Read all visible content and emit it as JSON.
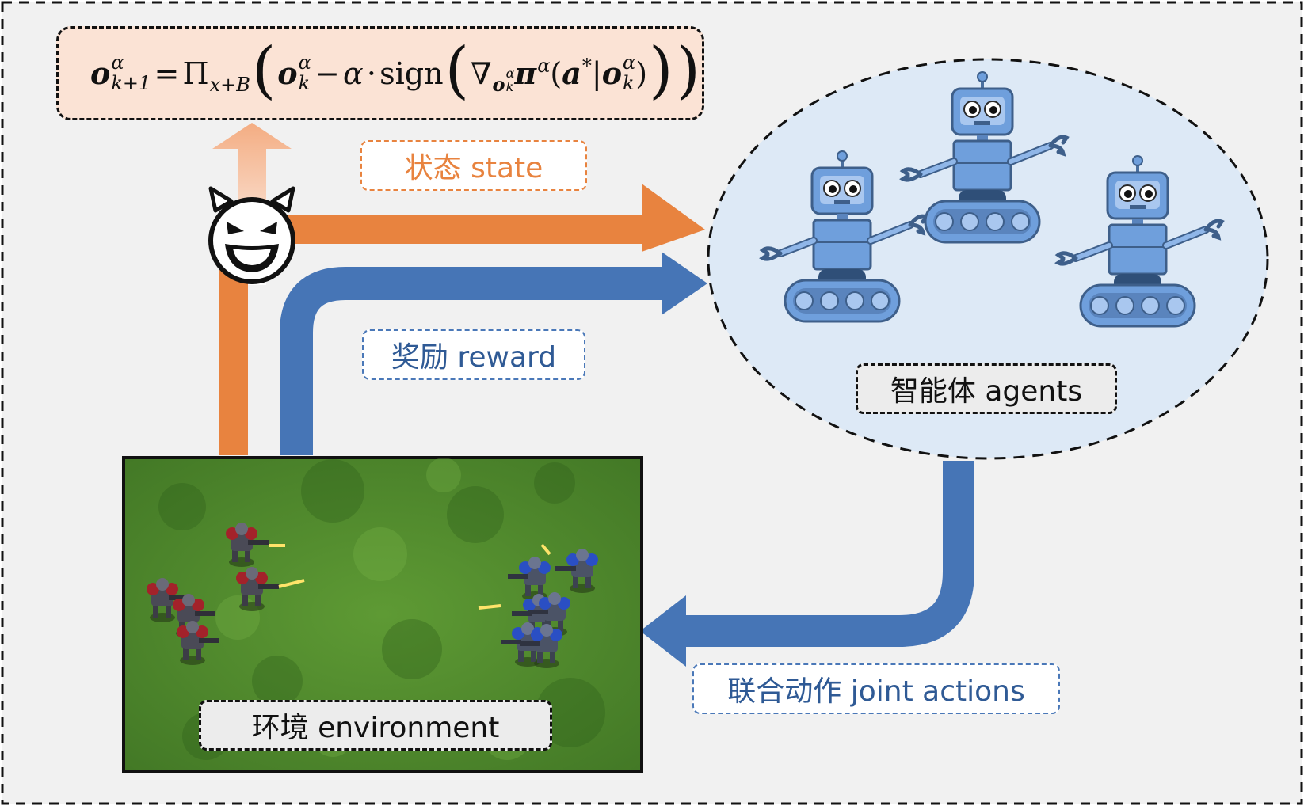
{
  "formula": {
    "lhs": "o",
    "lhs_sup": "α",
    "lhs_sub": "k+1",
    "eq": "=",
    "proj": "Π",
    "proj_sub": "x+B",
    "term": "o",
    "term_sup": "α",
    "term_sub": "k",
    "minus": "−",
    "alpha": "α",
    "dot": "·",
    "sign": "sign",
    "nabla": "∇",
    "grad_sub": "o",
    "grad_sub_sup": "α",
    "grad_sub_sub": "k",
    "pi": "π",
    "pi_sup": "α",
    "a": "a",
    "a_sup": "*",
    "bar": "|",
    "cond": "o",
    "cond_sup": "α",
    "cond_sub": "k"
  },
  "labels": {
    "state": "状态 state",
    "reward": "奖励 reward",
    "actions": "联合动作 joint actions",
    "agents": "智能体 agents",
    "environment": "环境 environment"
  },
  "colors": {
    "orange": "#e8833f",
    "blue": "#4675b6",
    "formula_bg": "#fbe3d5",
    "agents_bg": "#dde9f6",
    "robot": "#6f9fdc",
    "grass": "#4d8a2c"
  },
  "icons": [
    "devil-face-icon",
    "robot-icon",
    "up-arrow-icon"
  ]
}
